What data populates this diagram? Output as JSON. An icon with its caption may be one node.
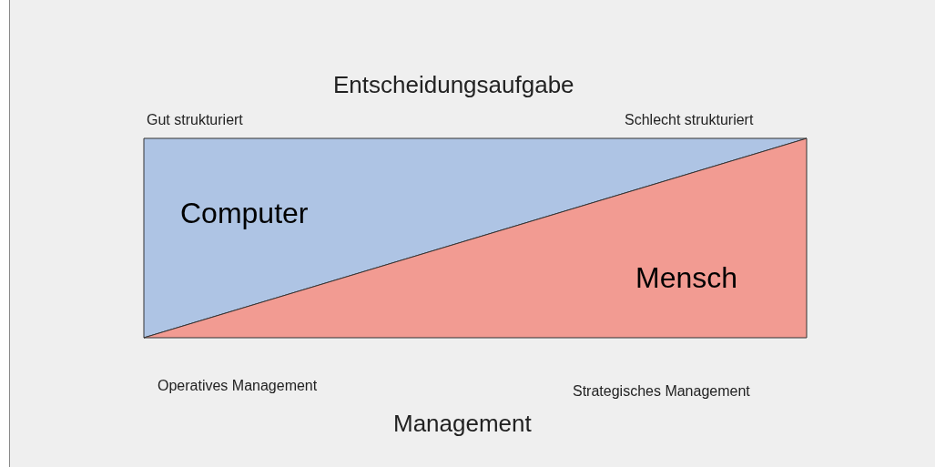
{
  "diagram": {
    "nodes": [
      {
        "text": [
          "Computer"
        ]
      },
      {
        "text": [
          "Mensch"
        ]
      }
    ],
    "labels": [
      "Entscheidungsaufgabe",
      "Gut strukturiert",
      "Schlecht strukturiert",
      "Operatives Management",
      "Strategisches Management",
      "Management"
    ]
  }
}
